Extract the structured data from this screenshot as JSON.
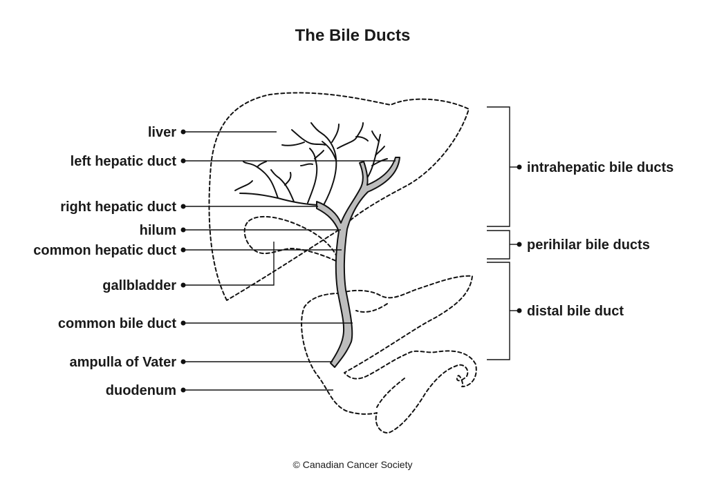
{
  "title": "The Bile Ducts",
  "left_labels": {
    "liver": "liver",
    "left_hepatic_duct": "left hepatic duct",
    "right_hepatic_duct": "right hepatic duct",
    "hilum": "hilum",
    "common_hepatic_duct": "common hepatic duct",
    "gallbladder": "gallbladder",
    "common_bile_duct": "common bile duct",
    "ampulla_of_vater": "ampulla of Vater",
    "duodenum": "duodenum"
  },
  "right_labels": {
    "intrahepatic": "intrahepatic bile ducts",
    "perihilar": "perihilar bile ducts",
    "distal": "distal bile duct"
  },
  "credit": "© Canadian Cancer Society",
  "colors": {
    "duct_fill": "#bdbdbd",
    "line": "#111111",
    "text": "#1a1a1a"
  }
}
